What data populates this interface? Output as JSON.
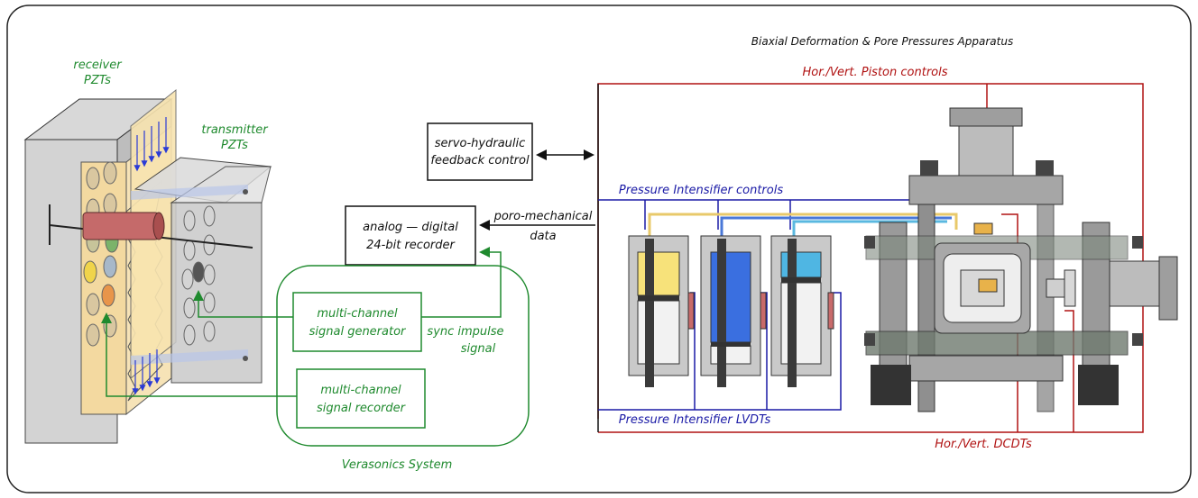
{
  "title": "Biaxial Deformation & Pore Pressures Apparatus",
  "labels": {
    "receiver_pzts": [
      "receiver",
      "PZTs"
    ],
    "transmitter_pzts": [
      "transmitter",
      "PZTs"
    ],
    "servo_control": [
      "servo-hydraulic",
      "feedback control"
    ],
    "recorder": [
      "analog — digital",
      "24-bit recorder"
    ],
    "poro_data": [
      "poro-mechanical",
      "data"
    ],
    "signal_generator": [
      "multi-channel",
      "signal generator"
    ],
    "signal_recorder": [
      "multi-channel",
      "signal recorder"
    ],
    "sync_signal": [
      "sync impulse",
      "signal"
    ],
    "verasonics": "Verasonics  System",
    "piston_controls": "Hor./Vert. Piston controls",
    "intensifier_controls": "Pressure Intensifier controls",
    "intensifier_lvdts": "Pressure Intensifier LVDTs",
    "dcdts": "Hor./Vert. DCDTs"
  },
  "colors": {
    "green": "#1f8a2e",
    "red": "#b01212",
    "blue": "#1a1aa6",
    "black": "#111111",
    "fluid_yellow": "#f7e27a",
    "fluid_blue": "#3a6fe0",
    "fluid_cyan": "#4fb6e3",
    "steel": "#9a9a9a",
    "pzt_panel": "#f3d9a0"
  }
}
